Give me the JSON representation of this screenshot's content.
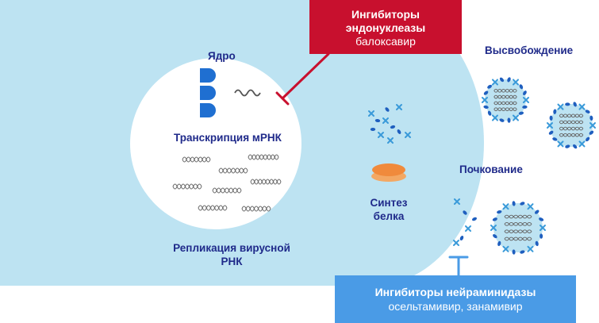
{
  "labels": {
    "nucleus": "Ядро",
    "transcription": "Транскрипция мРНК",
    "replication_line1": "Репликация вирусной",
    "replication_line2": "РНК",
    "protein_line1": "Синтез",
    "protein_line2": "белка",
    "release": "Высвобождение",
    "budding": "Почкование"
  },
  "endonuclease_inhibitors": {
    "title_line1": "Ингибиторы",
    "title_line2": "эндонуклеазы",
    "drug": "балоксавир"
  },
  "neuraminidase_inhibitors": {
    "title": "Ингибиторы нейраминидазы",
    "drugs": "осельтамивир, занамивир"
  },
  "colors": {
    "cell": "#bde3f2",
    "nucleus": "#ffffff",
    "label_text": "#1f2a8a",
    "endonuclease_box": "#c8102e",
    "neuraminidase_box": "#4a9be6",
    "virus_dark": "#1f5fbf",
    "virus_light": "#4aa8e0",
    "ribosome": "#f08a3c",
    "rna": "#555555"
  },
  "icons": [
    "rna-segment-icon",
    "rna-strand-icon",
    "ribosome-icon",
    "virus-particle-icon",
    "inhibition-bar-icon"
  ]
}
